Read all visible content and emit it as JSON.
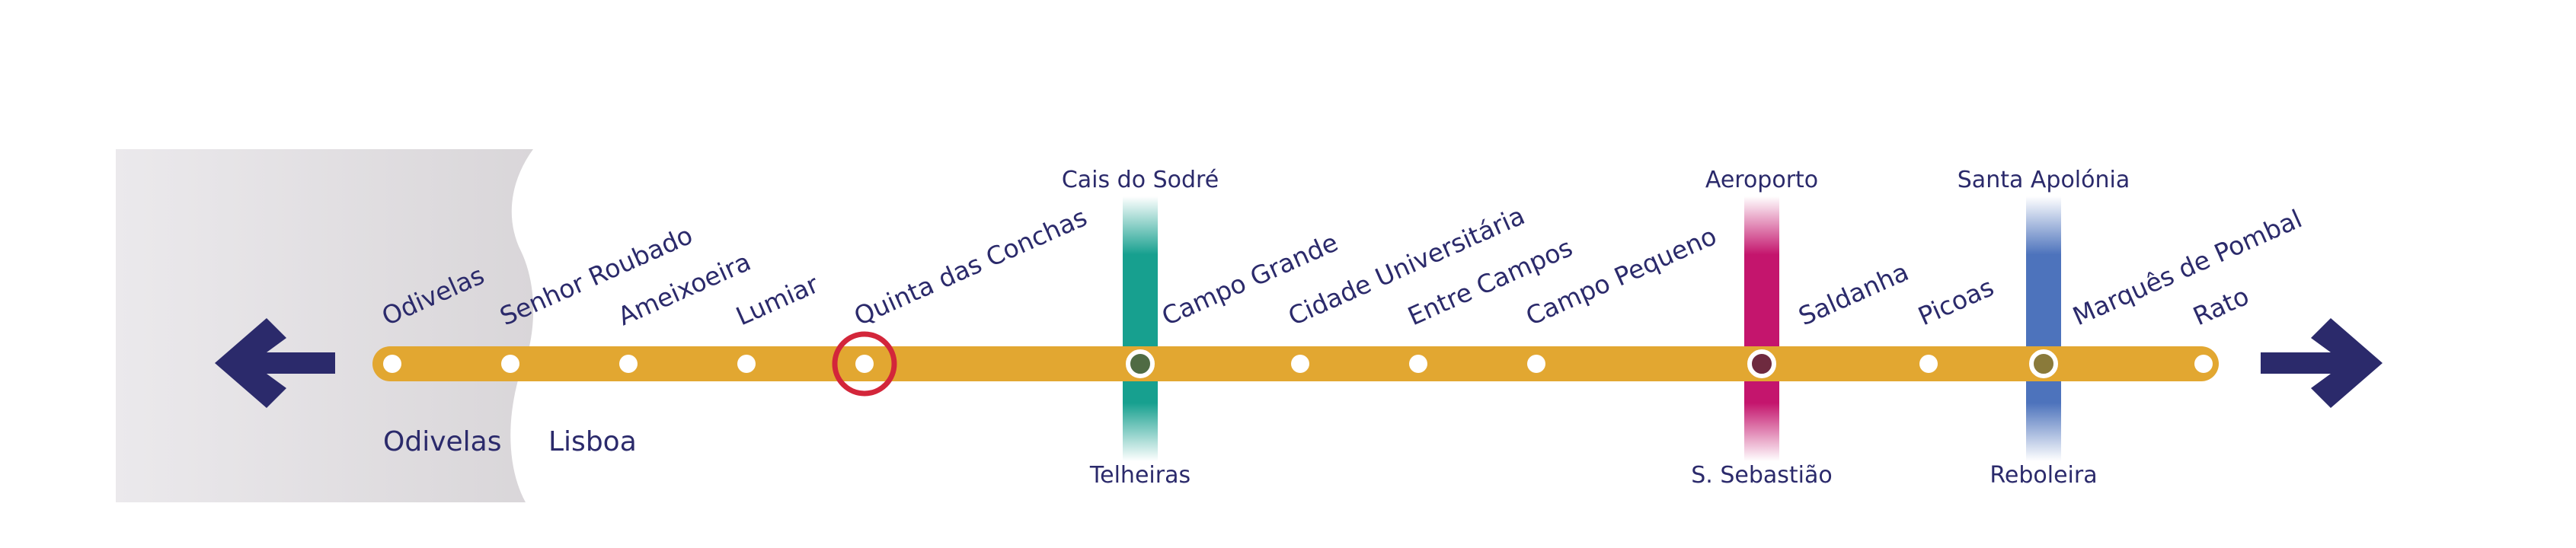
{
  "colors": {
    "line": "#e2a731",
    "text": "#2b2a6b",
    "arrow": "#2b2a6b",
    "zone": "#dedcde",
    "station_dot": "#ffffff",
    "current_ring": "#d3263a",
    "green_line": "#17a08f",
    "red_line": "#c4156d",
    "blue_line": "#4d73bc"
  },
  "zones": [
    {
      "label": "Odivelas"
    },
    {
      "label": "Lisboa"
    }
  ],
  "navigation": {
    "left_arrow": "arrow-left-icon",
    "right_arrow": "arrow-right-icon"
  },
  "stations": [
    {
      "name": "Odivelas"
    },
    {
      "name": "Senhor Roubado"
    },
    {
      "name": "Ameixoeira"
    },
    {
      "name": "Lumiar"
    },
    {
      "name": "Quinta das Conchas",
      "current": true
    },
    {
      "name": "Campo Grande"
    },
    {
      "name": "Cidade Universitária"
    },
    {
      "name": "Entre Campos"
    },
    {
      "name": "Campo Pequeno"
    },
    {
      "name": "Saldanha"
    },
    {
      "name": "Picoas"
    },
    {
      "name": "Marquês de Pombal"
    },
    {
      "name": "Rato"
    }
  ],
  "interchanges": [
    {
      "station": "Campo Grande",
      "line": "green",
      "top_terminus": "Cais do Sodré",
      "bottom_terminus": "Telheiras"
    },
    {
      "station": "Saldanha",
      "line": "red",
      "top_terminus": "Aeroporto",
      "bottom_terminus": "S. Sebastião"
    },
    {
      "station": "Marquês de Pombal",
      "line": "blue",
      "top_terminus": "Santa Apolónia",
      "bottom_terminus": "Reboleira"
    }
  ]
}
